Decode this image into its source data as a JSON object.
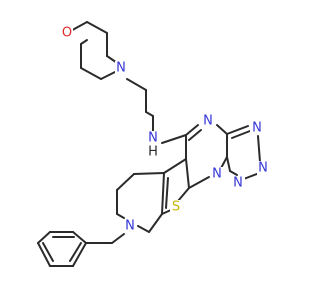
{
  "structure": {
    "atom_labels": {
      "morpholine_oxygen": "O",
      "morpholine_nitrogen": "N",
      "amine_nitrogen": "N",
      "amine_hydrogen": "H",
      "pyrimidine_nitrogen": "N",
      "tetrazole_n1": "N",
      "tetrazole_n2": "N",
      "tetrazole_n3": "N",
      "tetrazole_n4": "N",
      "thiophene_sulfur": "S",
      "piperidine_nitrogen": "N"
    },
    "colors": {
      "bond": "#2b2b2b",
      "nitrogen": "#3535d6",
      "oxygen": "#e02a2a",
      "sulfur": "#c8b400",
      "carbon": "#2b2b2b",
      "background": "#ffffff"
    }
  }
}
